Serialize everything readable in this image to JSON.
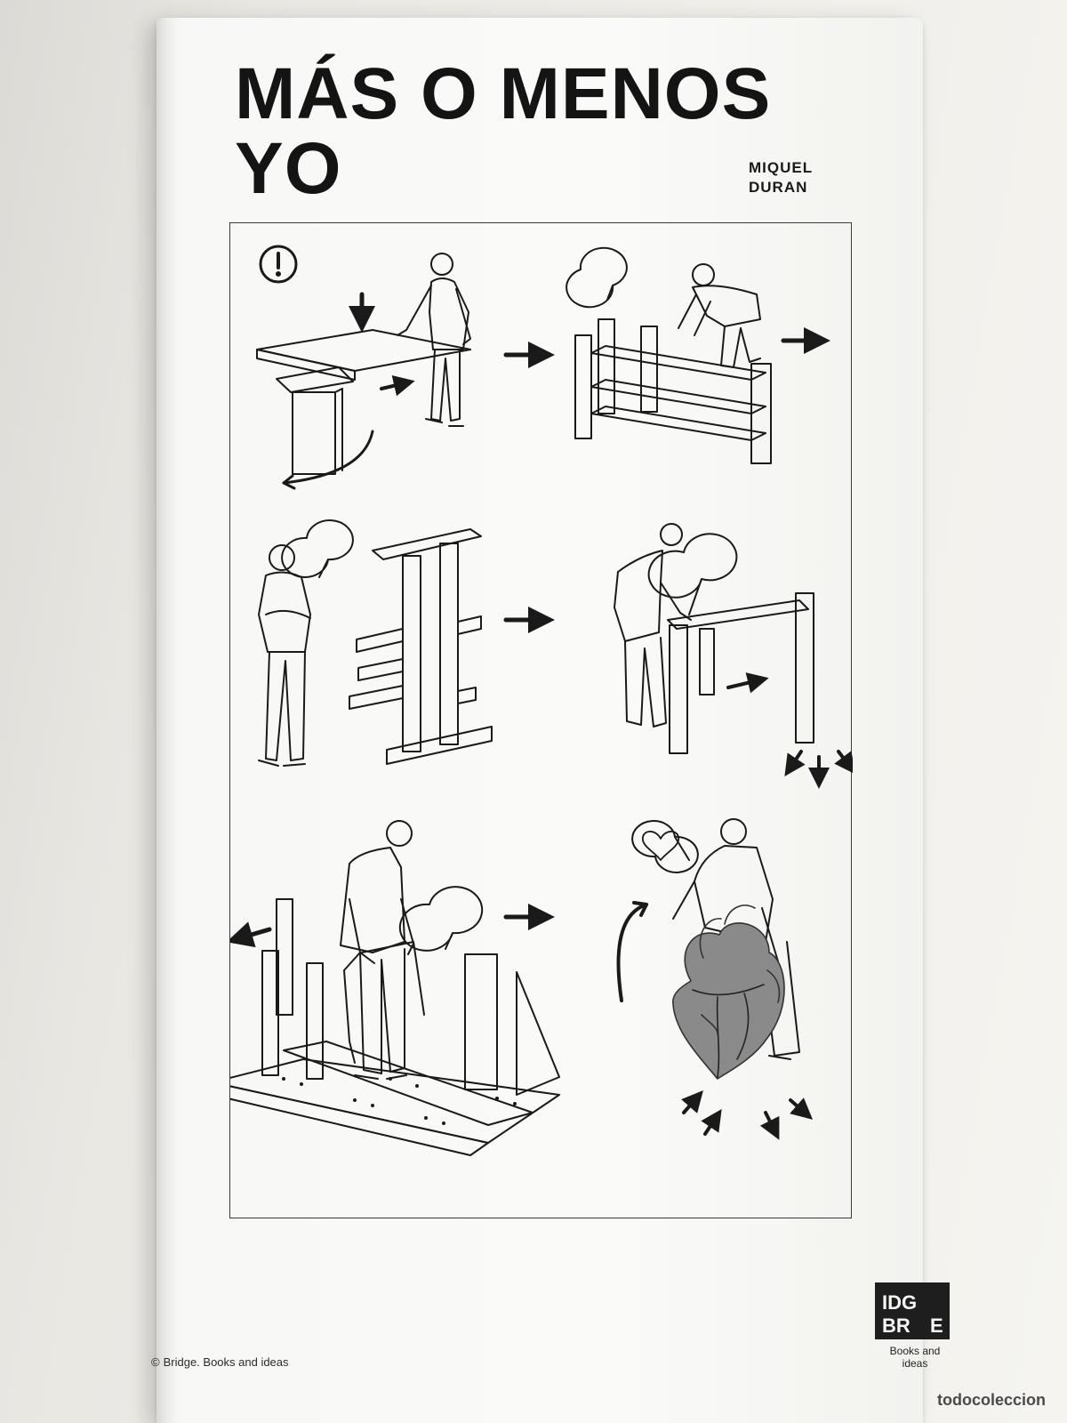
{
  "book": {
    "title_line1": "MÁS O MENOS",
    "title_line2": "YO",
    "author_first": "MIQUEL",
    "author_last": "DURAN"
  },
  "publisher": {
    "logo_letters": [
      "BR",
      "IDG",
      "E"
    ],
    "logo_sub1": "Books and",
    "logo_sub2": "ideas",
    "copyright": "Bridge. Books and ideas"
  },
  "watermark": "todocoleccion",
  "icons": {
    "warning": "exclamation-circle-icon",
    "copyright": "copyright-icon",
    "heart": "heart-icon"
  },
  "colors": {
    "ink": "#141414",
    "cover": "#fafaf8",
    "frame": "#3a3a3a",
    "heart_tone": "#555555"
  }
}
